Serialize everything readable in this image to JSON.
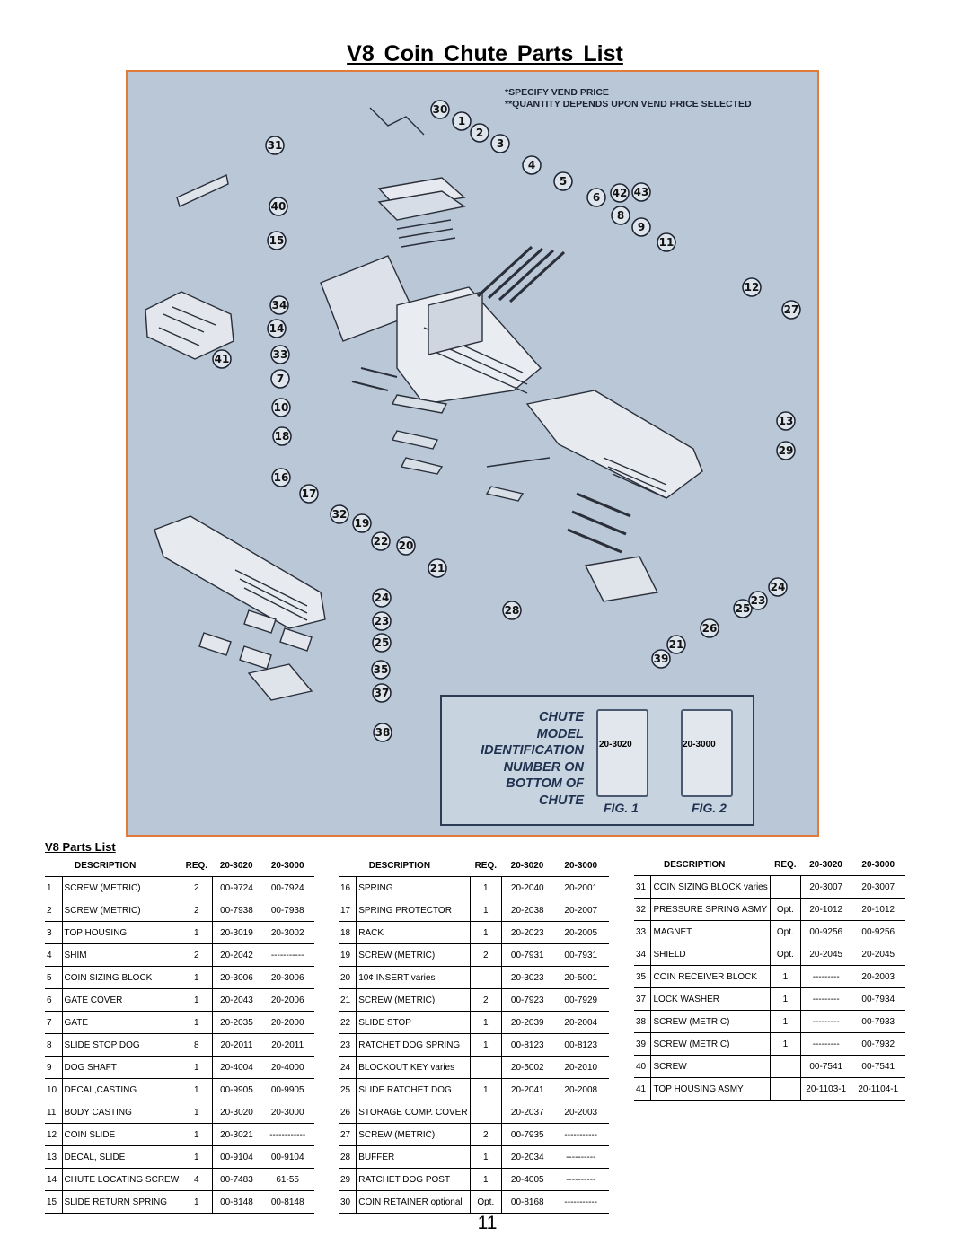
{
  "page": {
    "title": "V8 Coin Chute Parts List",
    "parts_heading": "V8 Parts List",
    "page_number": "11"
  },
  "diagram": {
    "note1": "*SPECIFY VEND PRICE",
    "note2": "**QUANTITY DEPENDS UPON VEND PRICE SELECTED",
    "callouts": [
      "30",
      "1",
      "2",
      "3",
      "4",
      "5",
      "6",
      "42",
      "43",
      "8",
      "9",
      "11",
      "31",
      "40",
      "15",
      "34",
      "14",
      "33",
      "7",
      "10",
      "18",
      "16",
      "17",
      "32",
      "19",
      "22",
      "20",
      "21",
      "41",
      "12",
      "27",
      "13",
      "29",
      "28",
      "26",
      "25",
      "23",
      "24",
      "39",
      "21",
      "24",
      "23",
      "25",
      "35",
      "37",
      "38"
    ],
    "legend": {
      "lines": [
        "CHUTE",
        "MODEL",
        "IDENTIFICATION",
        "NUMBER ON",
        "BOTTOM OF",
        "CHUTE"
      ],
      "fig1_model": "20-3020",
      "fig2_model": "20-3000",
      "fig1_label": "FIG. 1",
      "fig2_label": "FIG. 2"
    }
  },
  "tables": [
    {
      "headers": [
        "",
        "DESCRIPTION",
        "REQ.",
        "20-3020",
        "20-3000"
      ],
      "rows": [
        [
          "1",
          "SCREW (METRIC)",
          "2",
          "00-9724",
          "00-7924"
        ],
        [
          "2",
          "SCREW (METRIC)",
          "2",
          "00-7938",
          "00-7938"
        ],
        [
          "3",
          "TOP HOUSING",
          "1",
          "20-3019",
          "20-3002"
        ],
        [
          "4",
          "SHIM",
          "2",
          "20-2042",
          "-----------"
        ],
        [
          "5",
          "COIN SIZING BLOCK",
          "1",
          "20-3006",
          "20-3006"
        ],
        [
          "6",
          "GATE COVER",
          "1",
          "20-2043",
          "20-2006"
        ],
        [
          "7",
          "GATE",
          "1",
          "20-2035",
          "20-2000"
        ],
        [
          "8",
          "SLIDE STOP DOG",
          "8",
          "20-2011",
          "20-2011"
        ],
        [
          "9",
          "DOG SHAFT",
          "1",
          "20-4004",
          "20-4000"
        ],
        [
          "10",
          "DECAL,CASTING",
          "1",
          "00-9905",
          "00-9905"
        ],
        [
          "11",
          "BODY CASTING",
          "1",
          "20-3020",
          "20-3000"
        ],
        [
          "12",
          "COIN SLIDE",
          "1",
          "20-3021",
          "------------"
        ],
        [
          "13",
          "DECAL, SLIDE",
          "1",
          "00-9104",
          "00-9104"
        ],
        [
          "14",
          "CHUTE LOCATING SCREW",
          "4",
          "00-7483",
          "61-55"
        ],
        [
          "15",
          "SLIDE RETURN SPRING",
          "1",
          "00-8148",
          "00-8148"
        ]
      ]
    },
    {
      "headers": [
        "",
        "DESCRIPTION",
        "REQ.",
        "20-3020",
        "20-3000"
      ],
      "rows": [
        [
          "16",
          "SPRING",
          "1",
          "20-2040",
          "20-2001"
        ],
        [
          "17",
          "SPRING PROTECTOR",
          "1",
          "20-2038",
          "20-2007"
        ],
        [
          "18",
          "RACK",
          "1",
          "20-2023",
          "20-2005"
        ],
        [
          "19",
          "SCREW (METRIC)",
          "2",
          "00-7931",
          "00-7931"
        ],
        [
          "20",
          "10¢ INSERT varies",
          "",
          "20-3023",
          "20-5001"
        ],
        [
          "21",
          "SCREW (METRIC)",
          "2",
          "00-7923",
          "00-7929"
        ],
        [
          "22",
          "SLIDE STOP",
          "1",
          "20-2039",
          "20-2004"
        ],
        [
          "23",
          "RATCHET DOG SPRING",
          "1",
          "00-8123",
          "00-8123"
        ],
        [
          "24",
          "BLOCKOUT KEY varies",
          "",
          "20-5002",
          "20-2010"
        ],
        [
          "25",
          "SLIDE RATCHET DOG",
          "1",
          "20-2041",
          "20-2008"
        ],
        [
          "26",
          "STORAGE COMP. COVER",
          "",
          "20-2037",
          "20-2003"
        ],
        [
          "27",
          "SCREW (METRIC)",
          "2",
          "00-7935",
          "-----------"
        ],
        [
          "28",
          "BUFFER",
          "1",
          "20-2034",
          "----------"
        ],
        [
          "29",
          "RATCHET DOG POST",
          "1",
          "20-4005",
          "----------"
        ],
        [
          "30",
          "COIN RETAINER optional",
          "Opt.",
          "00-8168",
          "-----------"
        ]
      ]
    },
    {
      "headers": [
        "",
        "DESCRIPTION",
        "REQ.",
        "20-3020",
        "20-3000"
      ],
      "rows": [
        [
          "31",
          "COIN SIZING BLOCK varies",
          "",
          "20-3007",
          "20-3007"
        ],
        [
          "32",
          "PRESSURE SPRING ASMY",
          "Opt.",
          "20-1012",
          "20-1012"
        ],
        [
          "33",
          "MAGNET",
          "Opt.",
          "00-9256",
          "00-9256"
        ],
        [
          "34",
          "SHIELD",
          "Opt.",
          "20-2045",
          "20-2045"
        ],
        [
          "35",
          "COIN RECEIVER BLOCK",
          "1",
          "---------",
          "20-2003"
        ],
        [
          "37",
          "LOCK WASHER",
          "1",
          "---------",
          "00-7934"
        ],
        [
          "38",
          "SCREW (METRIC)",
          "1",
          "---------",
          "00-7933"
        ],
        [
          "39",
          "SCREW (METRIC)",
          "1",
          "---------",
          "00-7932"
        ],
        [
          "40",
          "SCREW",
          "",
          "00-7541",
          "00-7541"
        ],
        [
          "41",
          "TOP HOUSING ASMY",
          "",
          "20-1103-1",
          "20-1104-1"
        ]
      ]
    }
  ]
}
